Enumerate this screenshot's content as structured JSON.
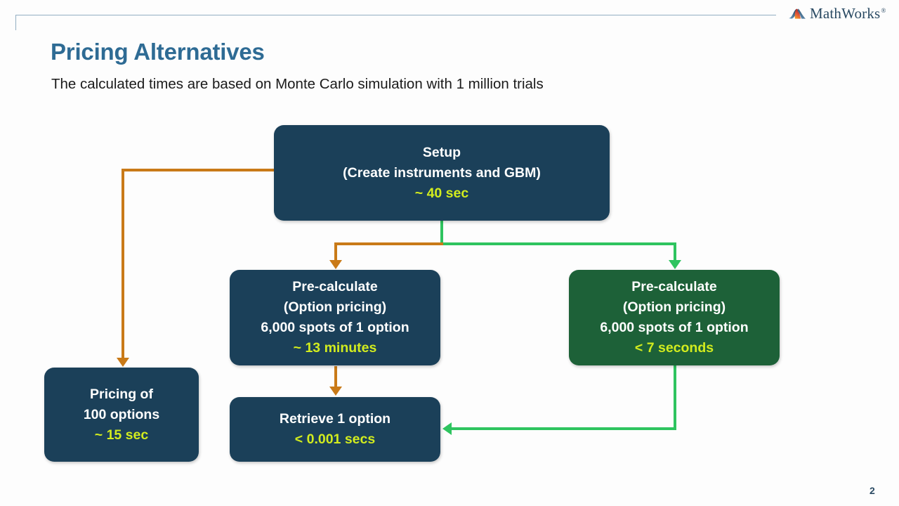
{
  "slide": {
    "title": "Pricing Alternatives",
    "subtitle": "The calculated times are based on Monte Carlo simulation with 1 million trials",
    "page_number": "2"
  },
  "brand": {
    "name": "MathWorks",
    "trademark": "®",
    "logo_icon": "mathworks-membrane-icon"
  },
  "colors": {
    "title_blue": "#2e6b94",
    "node_navy": "#1b4059",
    "node_green": "#1d6138",
    "metric_yellow_green": "#d2ec1e",
    "arrow_orange": "#c97a18",
    "arrow_green": "#2ec45f",
    "header_rule": "#93aec2"
  },
  "diagram": {
    "type": "flowchart",
    "nodes": [
      {
        "id": "setup",
        "color": "navy",
        "lines": [
          "Setup",
          "(Create instruments and GBM)"
        ],
        "metric": "~ 40 sec"
      },
      {
        "id": "pricing-100-options",
        "color": "navy",
        "lines": [
          "Pricing of",
          "100 options"
        ],
        "metric": "~ 15 sec"
      },
      {
        "id": "precalculate-cpu",
        "color": "navy",
        "lines": [
          "Pre-calculate",
          "(Option pricing)",
          "6,000 spots of 1 option"
        ],
        "metric": "~ 13 minutes"
      },
      {
        "id": "precalculate-gpu",
        "color": "green",
        "lines": [
          "Pre-calculate",
          "(Option pricing)",
          "6,000 spots of 1 option"
        ],
        "metric": "< 7 seconds"
      },
      {
        "id": "retrieve-1-option",
        "color": "navy",
        "lines": [
          "Retrieve 1 option"
        ],
        "metric": "< 0.001 secs"
      }
    ],
    "connectors": [
      {
        "id": "setup-to-pricing100",
        "color": "orange",
        "from": "setup",
        "to": "pricing-100-options"
      },
      {
        "id": "setup-to-precalculate-cpu",
        "color": "orange",
        "from": "setup",
        "to": "precalculate-cpu"
      },
      {
        "id": "setup-to-precalculate-gpu",
        "color": "green",
        "from": "setup",
        "to": "precalculate-gpu"
      },
      {
        "id": "precalculate-cpu-to-retrieve",
        "color": "orange",
        "from": "precalculate-cpu",
        "to": "retrieve-1-option"
      },
      {
        "id": "precalculate-gpu-to-retrieve",
        "color": "green",
        "from": "precalculate-gpu",
        "to": "retrieve-1-option"
      }
    ]
  }
}
